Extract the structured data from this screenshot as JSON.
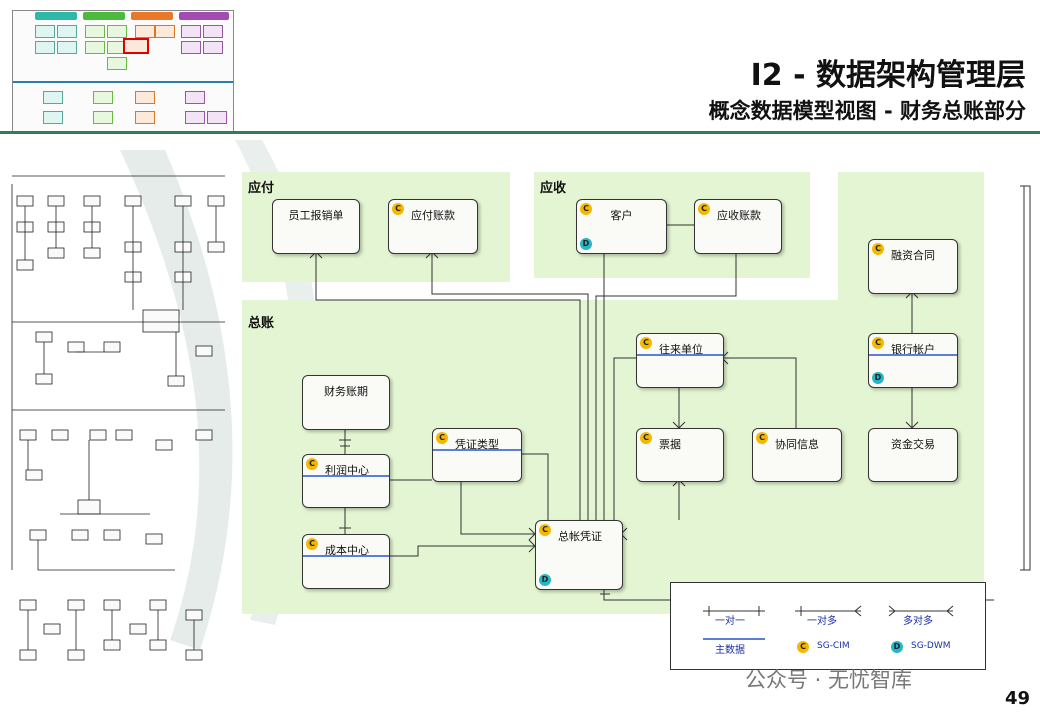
{
  "header": {
    "title": "I2 - 数据架构管理层",
    "subtitle": "概念数据模型视图 - 财务总账部分",
    "page_number": "49",
    "watermark": "公众号 · 无忧智库"
  },
  "colors": {
    "rule": "#2e7d5b",
    "region_fill": "#e3f5d2",
    "badge_c": "#f5b800",
    "badge_d": "#27b6c5",
    "master_line": "#5b7fd6"
  },
  "regions": {
    "payable": "应付",
    "receivable": "应收",
    "ledger": "总账"
  },
  "entities": {
    "expense_claim": "员工报销单",
    "accounts_payable": "应付账款",
    "customer": "客户",
    "accounts_receivable": "应收账款",
    "financing_contract": "融资合同",
    "bank_account": "银行帐户",
    "fund_transaction": "资金交易",
    "counterparty": "往来单位",
    "bill": "票据",
    "agreement_info": "协同信息",
    "fiscal_period": "财务账期",
    "profit_center": "利润中心",
    "voucher_type": "凭证类型",
    "cost_center": "成本中心",
    "gl_voucher": "总帐凭证"
  },
  "badges": {
    "c": "C",
    "d": "D"
  },
  "legend": {
    "one_to_one": "一对一",
    "one_to_many": "一对多",
    "many_to_many": "多对多",
    "master_data": "主数据",
    "sg_cim": "SG-CIM",
    "sg_dwm": "SG-DWM"
  }
}
